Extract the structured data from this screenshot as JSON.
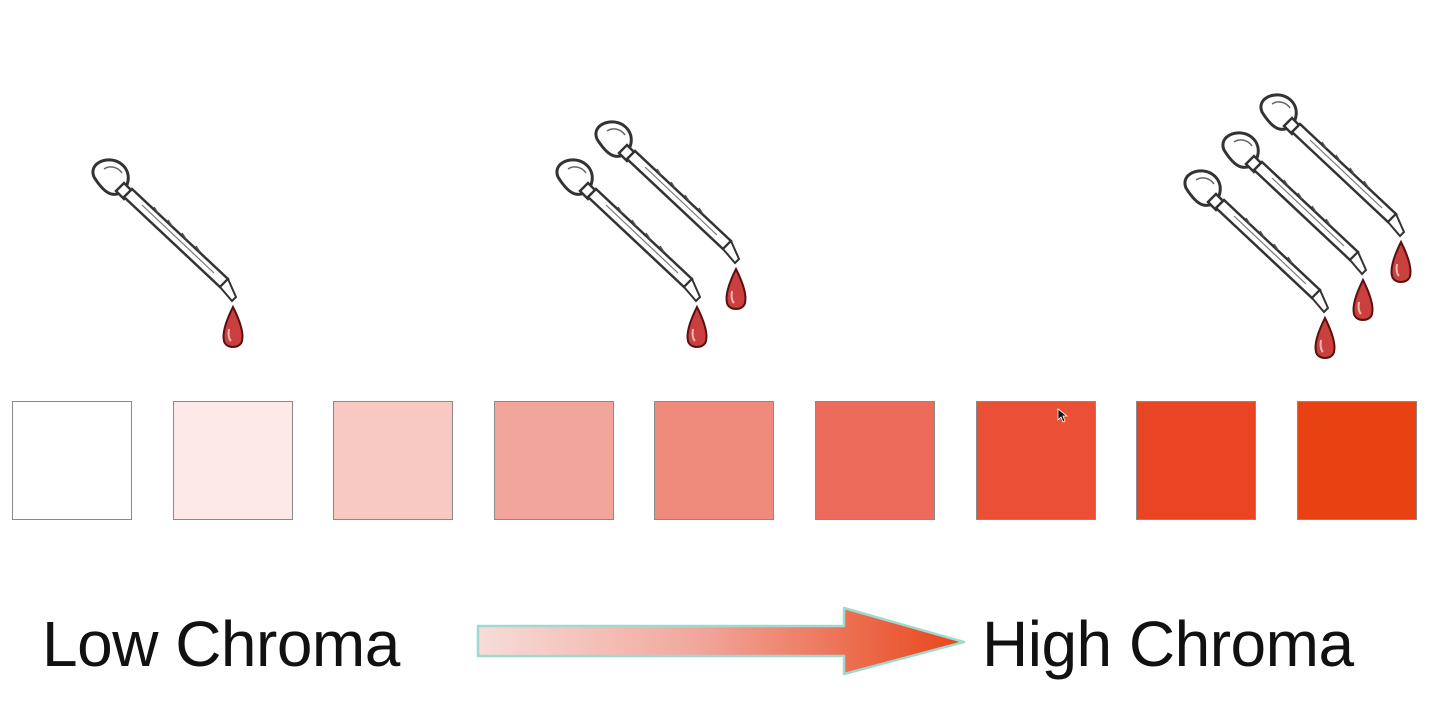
{
  "labels": {
    "low": "Low Chroma",
    "high": "High Chroma"
  },
  "swatches": [
    {
      "color": "#ffffff"
    },
    {
      "color": "#fce9e8"
    },
    {
      "color": "#f8c9c3"
    },
    {
      "color": "#f1a59b"
    },
    {
      "color": "#ee8b7d"
    },
    {
      "color": "#ec6b5a"
    },
    {
      "color": "#eb5036"
    },
    {
      "color": "#e94424"
    },
    {
      "color": "#e84212"
    }
  ],
  "dropper_groups": [
    {
      "count": 1
    },
    {
      "count": 2
    },
    {
      "count": 3
    }
  ],
  "colors": {
    "arrow_start": "#f7dcd8",
    "arrow_end": "#e84518",
    "arrow_outline": "#9fd9cf",
    "drop": "#c9403f"
  }
}
